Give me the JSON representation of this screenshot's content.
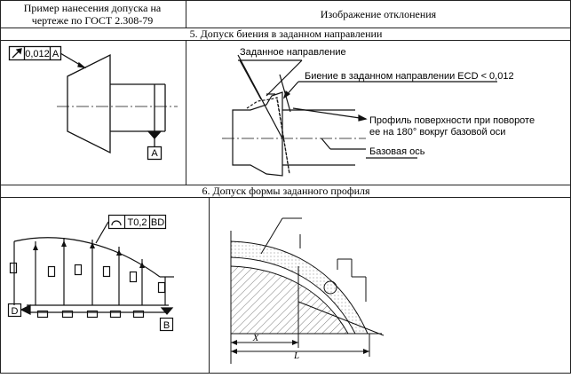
{
  "header": {
    "col1": [
      "Пример нанесения допуска на",
      "чертеже по ГОСТ 2.308-79"
    ],
    "col2": "Изображение отклонения"
  },
  "section5": {
    "title": "5. Допуск биения в заданном направлении",
    "frame_value": "0,012",
    "frame_datum": "A",
    "datum_label": "A",
    "callout_direction": "Заданное направление",
    "callout_runout": "Биение в заданном направлении ECD < 0,012",
    "callout_profile": [
      "Профиль поверхности при повороте",
      "ее на 180° вокруг базовой оси"
    ],
    "callout_axis": "Базовая ось"
  },
  "section6": {
    "title": "6. Допуск формы заданного профиля",
    "frame_value": "T0,2",
    "frame_datum": "BD",
    "datum_d": "D",
    "datum_b": "B",
    "dim_x": "X",
    "dim_l": "L"
  }
}
